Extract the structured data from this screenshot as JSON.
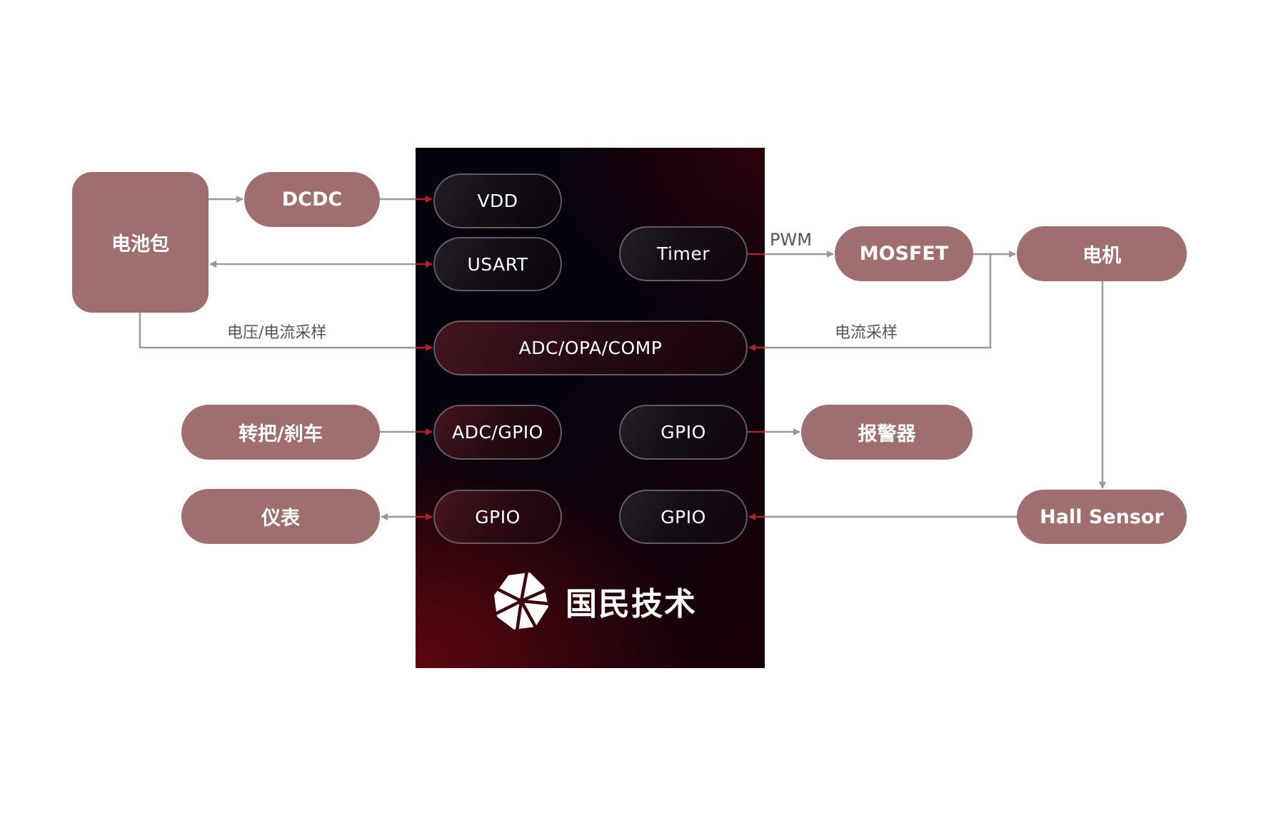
{
  "nodes": {
    "battery": "电池包",
    "dcdc": "DCDC",
    "throttle_brake": "转把/刹车",
    "meter": "仪表",
    "mosfet": "MOSFET",
    "motor": "电机",
    "alarm": "报警器",
    "hall_sensor": "Hall Sensor"
  },
  "mcu": {
    "brand": "国民技术",
    "logo_icon": "nations-technologies-logo-icon",
    "peripherals": {
      "vdd": "VDD",
      "usart": "USART",
      "timer": "Timer",
      "adc_opa_comp": "ADC/OPA/COMP",
      "adc_gpio": "ADC/GPIO",
      "gpio_alarm": "GPIO",
      "gpio_meter": "GPIO",
      "gpio_hall": "GPIO"
    }
  },
  "edge_labels": {
    "pwm": "PWM",
    "battery_sampling": "电压/电流采样",
    "current_sampling": "电流采样"
  },
  "colors": {
    "node_fill": "#9f6e6e",
    "wire": "#999999",
    "mcu_arrow": "#a8242a"
  }
}
